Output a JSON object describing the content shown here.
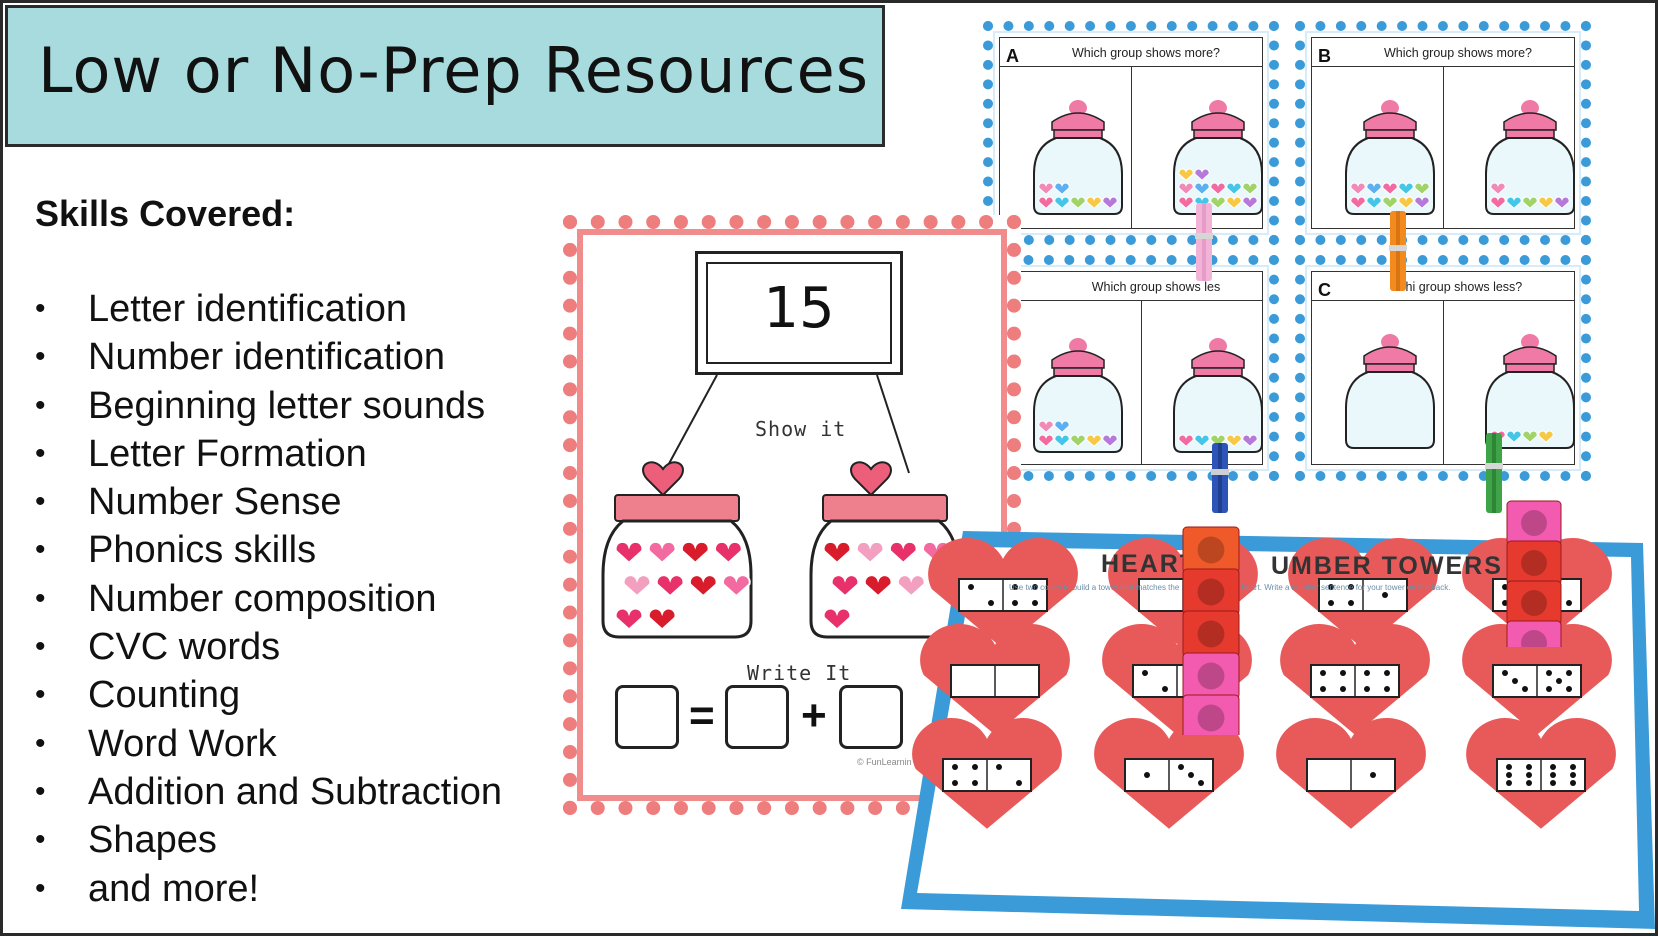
{
  "title": "Low or No-Prep Resources",
  "skills_heading": "Skills Covered:",
  "bullet_glyph": "•",
  "skills": [
    "Letter identification",
    "Number identification",
    "Beginning letter sounds",
    "Letter Formation",
    "Number Sense",
    "Phonics skills",
    "Number composition",
    "CVC words",
    "Counting",
    "Word Work",
    "Addition and Subtraction",
    "Shapes",
    "and more!"
  ],
  "task_cards": [
    {
      "letter": "A",
      "question": "Which group shows more?"
    },
    {
      "letter": "B",
      "question": "Which group shows more?"
    },
    {
      "letter": "",
      "question": "Which group shows les"
    },
    {
      "letter": "C",
      "question": "Whi   group shows less?"
    }
  ],
  "number_card": {
    "number": "15",
    "show_label": "Show it",
    "write_label": "Write It",
    "equals": "=",
    "plus": "+",
    "copyright": "© FunLearnin"
  },
  "mat": {
    "title_left": "HEART",
    "title_right": "UMBER TOWERS",
    "subtitle": "Use two colors to build a tower that matches the number on each heart. Write a number sentence for your tower on the back."
  },
  "colors": {
    "title_bg": "#a7dbdd",
    "card_blue": "#3a9bd8",
    "card_red": "#ee7d7d",
    "jar_lid": "#f07aa3",
    "heart_red": "#e84c4c",
    "cube_red": "#e63a2e",
    "cube_pink": "#f25bb0"
  }
}
